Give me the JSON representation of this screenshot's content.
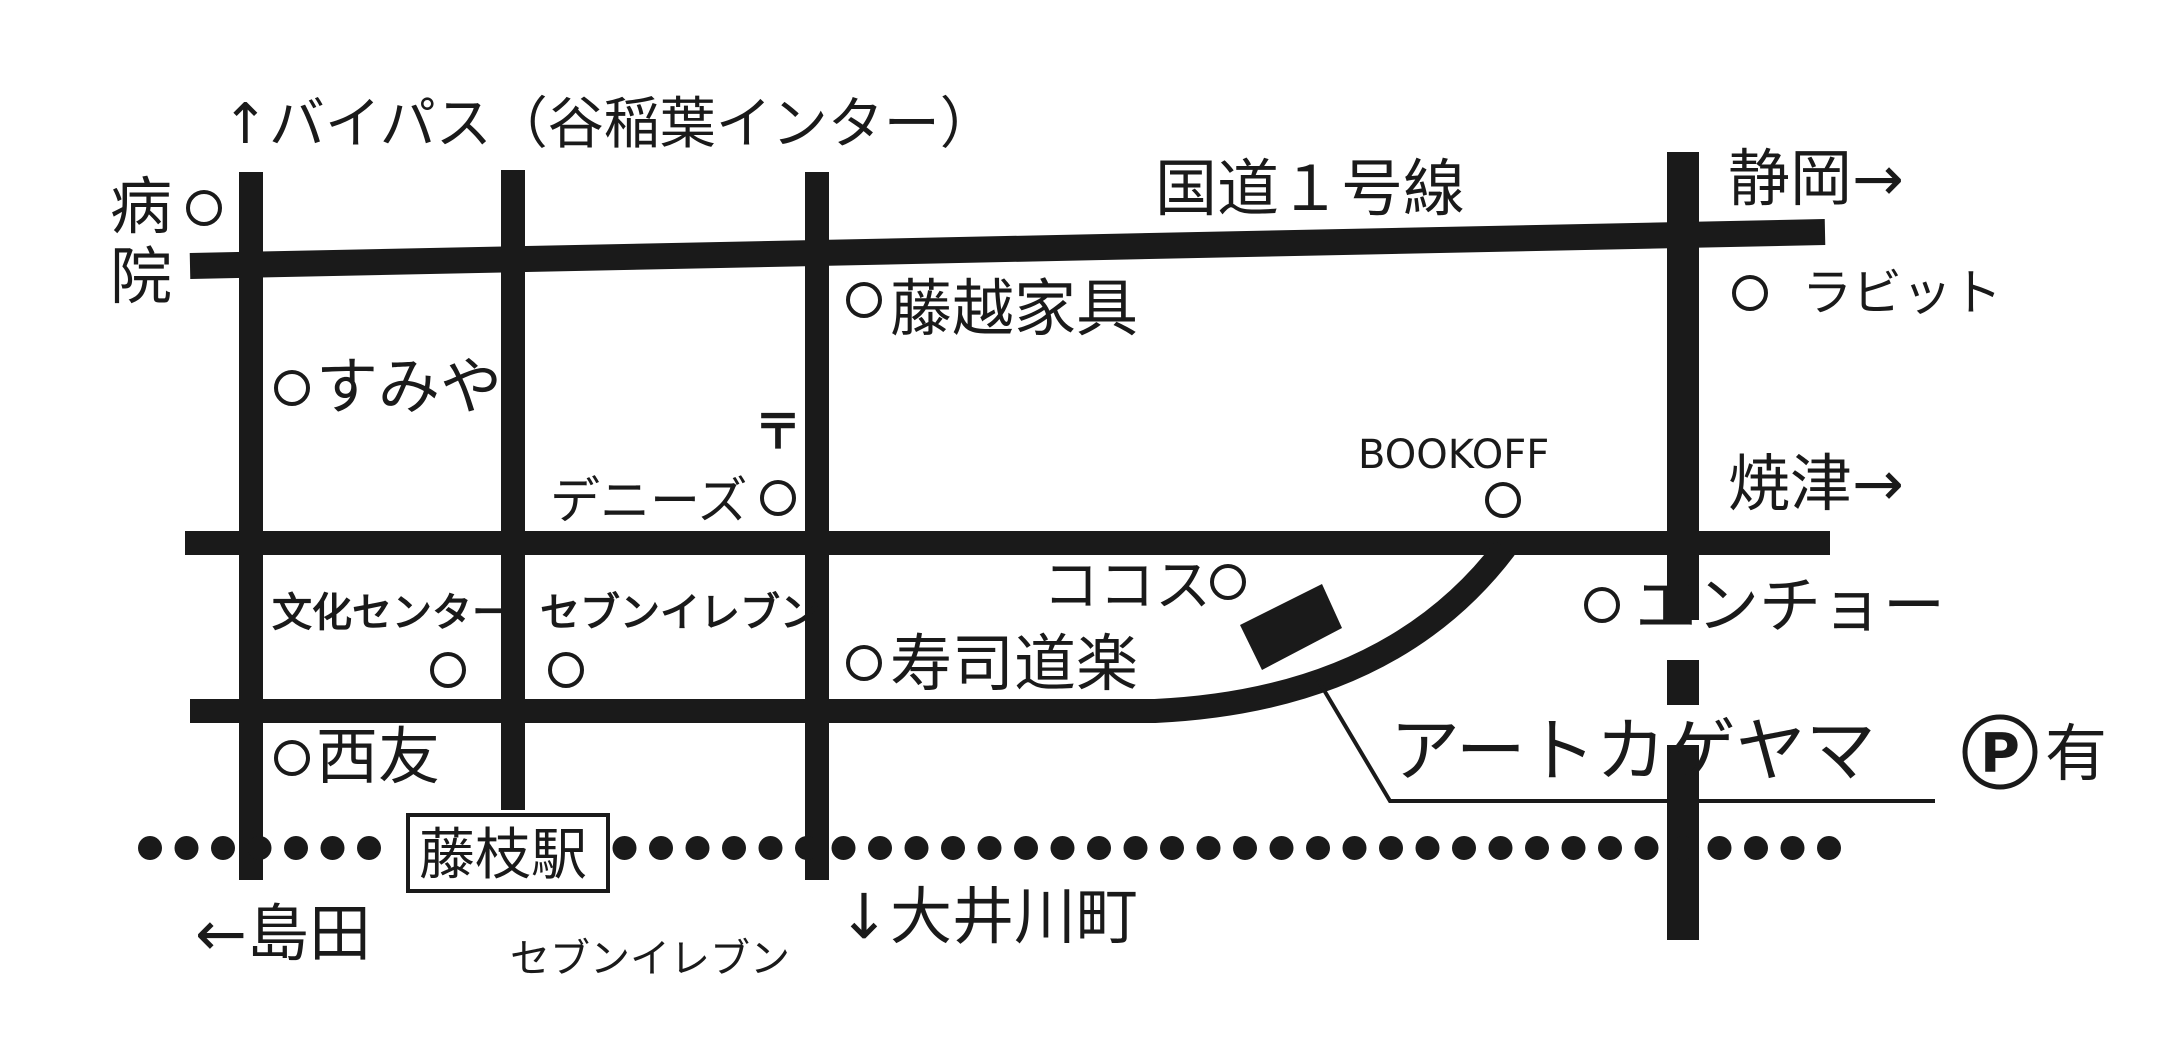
{
  "labels": {
    "bypass": "↑バイパス（谷稲葉インター）",
    "route1": "国道１号線",
    "shizuoka": "静岡→",
    "yaizu": "焼津→",
    "shimada": "←島田",
    "oigawa": "↓大井川町",
    "hospital_1": "病",
    "hospital_2": "院",
    "fujikoshi": "藤越家具",
    "sumiya": "すみや",
    "rabbit": "ラビット",
    "post_office": "〒",
    "dennys": "デニーズ",
    "bookoff": "BOOKOFF",
    "coco": "ココス",
    "encho": "エンチョー",
    "bunka": "文化センター",
    "seven1": "セブンイレブン",
    "sushi": "寿司道楽",
    "nishitomo": "西友",
    "station": "藤枝駅",
    "seven2": "セブンイレブン",
    "destination": "アートカゲヤマ",
    "parking_symbol": "P",
    "parking_avail": "有"
  },
  "colors": {
    "ink": "#1a1a1a",
    "background": "#ffffff"
  }
}
